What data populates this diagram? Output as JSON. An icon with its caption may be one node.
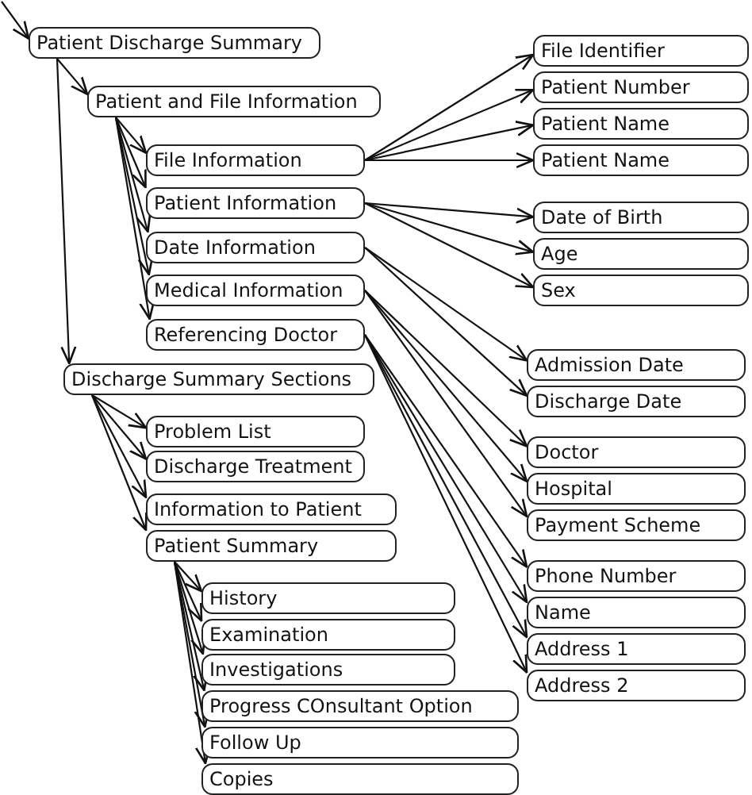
{
  "diagram": {
    "nodes": [
      {
        "text": [
          "Patient Discharge Summary"
        ]
      },
      {
        "text": [
          "Patient and File Information"
        ]
      },
      {
        "text": [
          "File Information"
        ]
      },
      {
        "text": [
          "Patient Information"
        ]
      },
      {
        "text": [
          "Date Information"
        ]
      },
      {
        "text": [
          "Medical Information"
        ]
      },
      {
        "text": [
          "Referencing Doctor"
        ]
      },
      {
        "text": [
          "Discharge Summary Sections"
        ]
      },
      {
        "text": [
          "Problem List"
        ]
      },
      {
        "text": [
          "Discharge Treatment"
        ]
      },
      {
        "text": [
          "Information to Patient"
        ]
      },
      {
        "text": [
          "Patient Summary"
        ]
      },
      {
        "text": [
          "History"
        ]
      },
      {
        "text": [
          "Examination"
        ]
      },
      {
        "text": [
          "Investigations"
        ]
      },
      {
        "text": [
          "Progress COnsultant Option"
        ]
      },
      {
        "text": [
          "Follow Up"
        ]
      },
      {
        "text": [
          "Copies"
        ]
      },
      {
        "text": [
          "File Identifier"
        ]
      },
      {
        "text": [
          "Patient Number"
        ]
      },
      {
        "text": [
          "Patient Name"
        ]
      },
      {
        "text": [
          "Patient Name"
        ]
      },
      {
        "text": [
          "Date of Birth"
        ]
      },
      {
        "text": [
          "Age"
        ]
      },
      {
        "text": [
          "Sex"
        ]
      },
      {
        "text": [
          "Admission Date"
        ]
      },
      {
        "text": [
          "Discharge Date"
        ]
      },
      {
        "text": [
          "Doctor"
        ]
      },
      {
        "text": [
          "Hospital"
        ]
      },
      {
        "text": [
          "Payment Scheme"
        ]
      },
      {
        "text": [
          "Phone Number"
        ]
      },
      {
        "text": [
          "Name"
        ]
      },
      {
        "text": [
          "Address 1"
        ]
      },
      {
        "text": [
          "Address 2"
        ]
      }
    ],
    "edges": [
      {
        "from": null,
        "to": 0,
        "arrow": "to"
      },
      {
        "from": 0,
        "to": 1,
        "arrow": "to"
      },
      {
        "from": 0,
        "to": 7,
        "arrow": "to"
      },
      {
        "from": 1,
        "to": 2,
        "arrow": "to"
      },
      {
        "from": 1,
        "to": 3,
        "arrow": "to"
      },
      {
        "from": 1,
        "to": 4,
        "arrow": "to"
      },
      {
        "from": 1,
        "to": 5,
        "arrow": "to"
      },
      {
        "from": 1,
        "to": 6,
        "arrow": "to"
      },
      {
        "from": 2,
        "to": 18,
        "arrow": "to"
      },
      {
        "from": 2,
        "to": 19,
        "arrow": "to"
      },
      {
        "from": 2,
        "to": 20,
        "arrow": "to"
      },
      {
        "from": 2,
        "to": 21,
        "arrow": "to"
      },
      {
        "from": 3,
        "to": 22,
        "arrow": "to"
      },
      {
        "from": 3,
        "to": 23,
        "arrow": "to"
      },
      {
        "from": 3,
        "to": 24,
        "arrow": "to"
      },
      {
        "from": 4,
        "to": 25,
        "arrow": "to"
      },
      {
        "from": 4,
        "to": 26,
        "arrow": "to"
      },
      {
        "from": 5,
        "to": 27,
        "arrow": "to"
      },
      {
        "from": 5,
        "to": 28,
        "arrow": "to"
      },
      {
        "from": 5,
        "to": 29,
        "arrow": "to"
      },
      {
        "from": 6,
        "to": 30,
        "arrow": "to"
      },
      {
        "from": 6,
        "to": 31,
        "arrow": "to"
      },
      {
        "from": 6,
        "to": 32,
        "arrow": "to"
      },
      {
        "from": 6,
        "to": 33,
        "arrow": "to"
      },
      {
        "from": 7,
        "to": 8,
        "arrow": "to"
      },
      {
        "from": 7,
        "to": 9,
        "arrow": "to"
      },
      {
        "from": 7,
        "to": 10,
        "arrow": "to"
      },
      {
        "from": 7,
        "to": 11,
        "arrow": "to"
      },
      {
        "from": 11,
        "to": 12,
        "arrow": "to"
      },
      {
        "from": 11,
        "to": 13,
        "arrow": "to"
      },
      {
        "from": 11,
        "to": 14,
        "arrow": "to"
      },
      {
        "from": 11,
        "to": 15,
        "arrow": "to"
      },
      {
        "from": 11,
        "to": 16,
        "arrow": "to"
      },
      {
        "from": 11,
        "to": 17,
        "arrow": "to"
      }
    ]
  }
}
